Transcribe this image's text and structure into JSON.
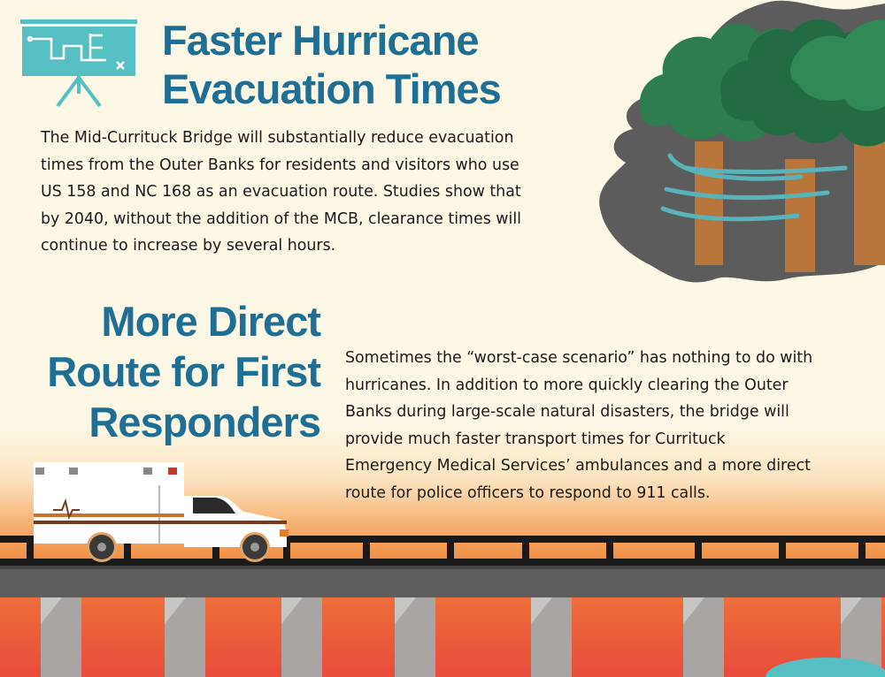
{
  "sections": [
    {
      "title": "Faster Hurricane Evacuation Times",
      "body": "The Mid-Currituck Bridge will substantially reduce evacuation times from the Outer Banks for residents and visitors who use US 158 and NC 168 as an evacuation route. Studies show that by 2040, without the addition of the MCB, clearance times will continue to increase by several hours."
    },
    {
      "title": "More Direct Route for First Responders",
      "body": "Sometimes the “worst-case scenario” has nothing to do with hurricanes. In addition to more quickly clearing the Outer Banks during large-scale natural disasters, the bridge will provide much faster transport times for Currituck Emergency Medical Services’ ambulances and a more direct route for police officers to respond to 911 calls."
    }
  ],
  "colors": {
    "background": "#fdf8e6",
    "heading": "#1f6f95",
    "text": "#1a1a1a",
    "accent_teal": "#55bfc4",
    "tree_green": "#2e7d4f",
    "storm_gray": "#5a5a5a",
    "bridge_gray": "#5e5e5e",
    "sunset_orange": "#f08a3e",
    "sunset_red": "#e84c3b"
  },
  "icons": [
    "presentation-board-icon",
    "hurricane-trees-illustration",
    "ambulance-illustration",
    "bridge-illustration"
  ]
}
